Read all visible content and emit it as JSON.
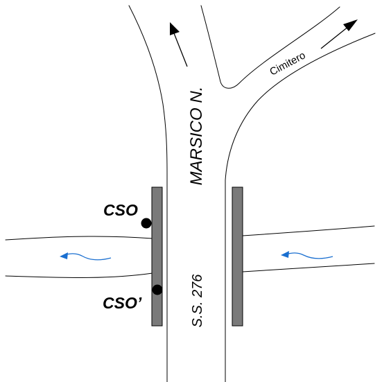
{
  "labels": {
    "main_road": "MARSICO N.",
    "state_road": "S.S. 276",
    "side_road": "Cimitero",
    "point_upstream": "CSO",
    "point_downstream": "CSO’"
  },
  "colors": {
    "line": "#000000",
    "bridge_fill": "#7a7a7a",
    "flow_arrow": "#1a6fd0",
    "background": "#ffffff"
  },
  "icons": {
    "north_road_arrow": "arrow-up-icon",
    "cemetery_arrow": "arrow-up-right-icon",
    "flow_direction": "flow-arrow-left-icon"
  }
}
